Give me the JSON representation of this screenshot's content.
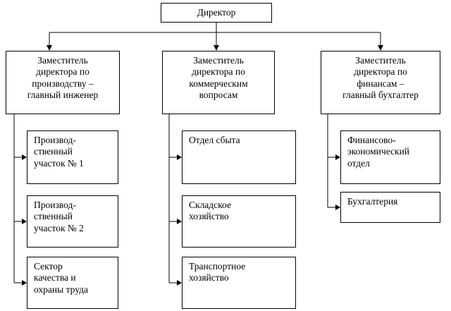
{
  "diagram": {
    "type": "org-chart",
    "nodes": {
      "director": "Директор",
      "deputy_production": "Заместитель\nдиректора по\nпроизводству –\nглавный инженер",
      "deputy_commercial": "Заместитель\nдиректора по\nкоммерческим\nвопросам",
      "deputy_finance": "Заместитель\nдиректора по\nфинансам –\nглавный бухгалтер",
      "production_site_1": "Производ-\nственный\nучасток № 1",
      "production_site_2": "Производ-\nственный\nучасток № 2",
      "quality_sector": "Сектор\nкачества и\nохраны труда",
      "sales_department": "Отдел сбыта",
      "warehouse": "Складское\nхозяйство",
      "transport": "Транспортное\nхозяйство",
      "finance_department": "Финансово-\nэкономический\nотдел",
      "accounting": "Бухгалтерия"
    },
    "edges": [
      {
        "from": "director",
        "to": "deputy_production"
      },
      {
        "from": "director",
        "to": "deputy_commercial"
      },
      {
        "from": "director",
        "to": "deputy_finance"
      },
      {
        "from": "deputy_production",
        "to": "production_site_1"
      },
      {
        "from": "deputy_production",
        "to": "production_site_2"
      },
      {
        "from": "deputy_production",
        "to": "quality_sector"
      },
      {
        "from": "deputy_commercial",
        "to": "sales_department"
      },
      {
        "from": "deputy_commercial",
        "to": "warehouse"
      },
      {
        "from": "deputy_commercial",
        "to": "transport"
      },
      {
        "from": "deputy_finance",
        "to": "finance_department"
      },
      {
        "from": "deputy_finance",
        "to": "accounting"
      }
    ],
    "line_color": "#000000",
    "box_background": "#ffffff"
  }
}
